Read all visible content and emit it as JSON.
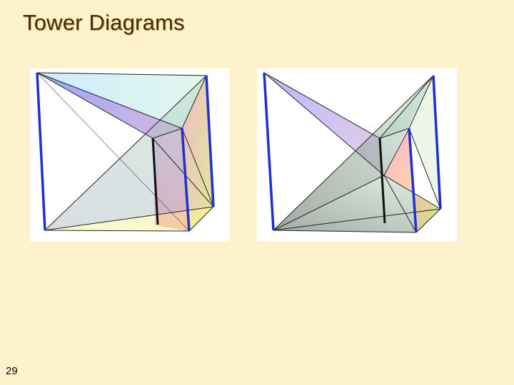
{
  "slide": {
    "title": "Tower Diagrams",
    "page_number": "29"
  },
  "diagrams": [
    {
      "panel": "left"
    },
    {
      "panel": "right"
    }
  ],
  "colors": {
    "background": "#fef2cc",
    "title": "#4a2a00",
    "edge_blue": "#1f2fd6",
    "edge_black": "#111111",
    "fill_blue": "#7b7bff",
    "fill_red": "#ff6f7a",
    "fill_yellow": "#eef26a",
    "fill_green": "#9fdcc0"
  }
}
